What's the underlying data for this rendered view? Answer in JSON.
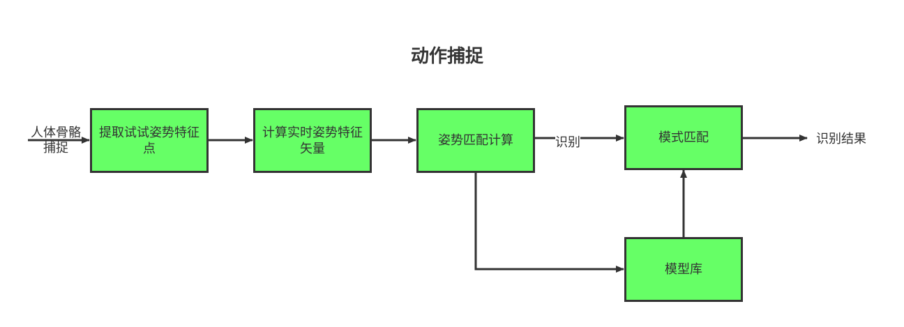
{
  "diagram": {
    "title": "动作捕捉",
    "colors": {
      "node_fill": "#66ff66",
      "stroke": "#333333",
      "text": "#333333",
      "background": "#ffffff"
    },
    "nodes": {
      "extract": "提取试试姿势特征点",
      "compute": "计算实时姿势特征矢量",
      "posture_match": "姿势匹配计算",
      "pattern_match": "模式匹配",
      "model_lib": "模型库"
    },
    "labels": {
      "input_line1": "人体骨骼",
      "input_line2": "捕捉",
      "recognize": "识别",
      "result": "识别结果"
    }
  }
}
